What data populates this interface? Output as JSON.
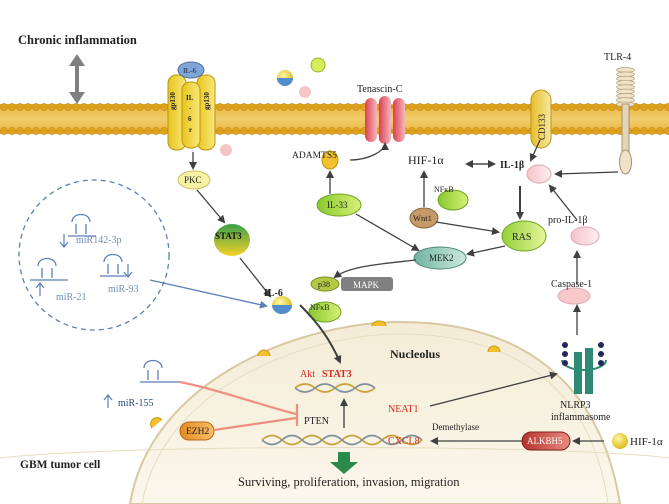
{
  "labels": {
    "chronic_inflammation": "Chronic inflammation",
    "gbm_tumor_cell": "GBM tumor cell",
    "nucleolus": "Nucleolus",
    "outcome": "Surviving, proliferation, invasion, migration",
    "il6_top": "IL-6",
    "gp130_left": "gp130",
    "gp130_right": "gp130",
    "il6r_letters": [
      "IL",
      "-",
      "6",
      "r"
    ],
    "tenascin_c": "Tenascin-C",
    "cd133": "CD133",
    "tlr4": "TLR-4",
    "adamts5": "ADAMTS5",
    "hif1a_top": "HIF-1α",
    "il1b": "IL-1β",
    "pkc": "PKC",
    "nfkb_top": "NFκB",
    "wnt1": "Wnt1",
    "il33": "IL-33",
    "ras": "RAS",
    "pro_il1b": "pro-IL-1β",
    "stat3_cyto": "STAT3",
    "mek2": "MEK2",
    "mir142": "miR142-3p",
    "mir21": "miR-21",
    "mir93": "miR-93",
    "il6_mid": "IL-6",
    "p38": "p38",
    "mapk": "MAPK",
    "nfkb_mid": "NFκB",
    "caspase1": "Caspase-1",
    "akt": "Akt",
    "stat3_nuc": "STAT3",
    "mir155": "miR-155",
    "pten": "PTEN",
    "neat1": "NEAT1",
    "nlrp3_line1": "NLRP3",
    "nlrp3_line2": "inflammasome",
    "ezh2": "EZH2",
    "demethylase": "Demethylase",
    "alkbh5": "ALKBH5",
    "hif1a_bottom": "HIF-1α",
    "cxcl8": "CXCL8"
  }
}
